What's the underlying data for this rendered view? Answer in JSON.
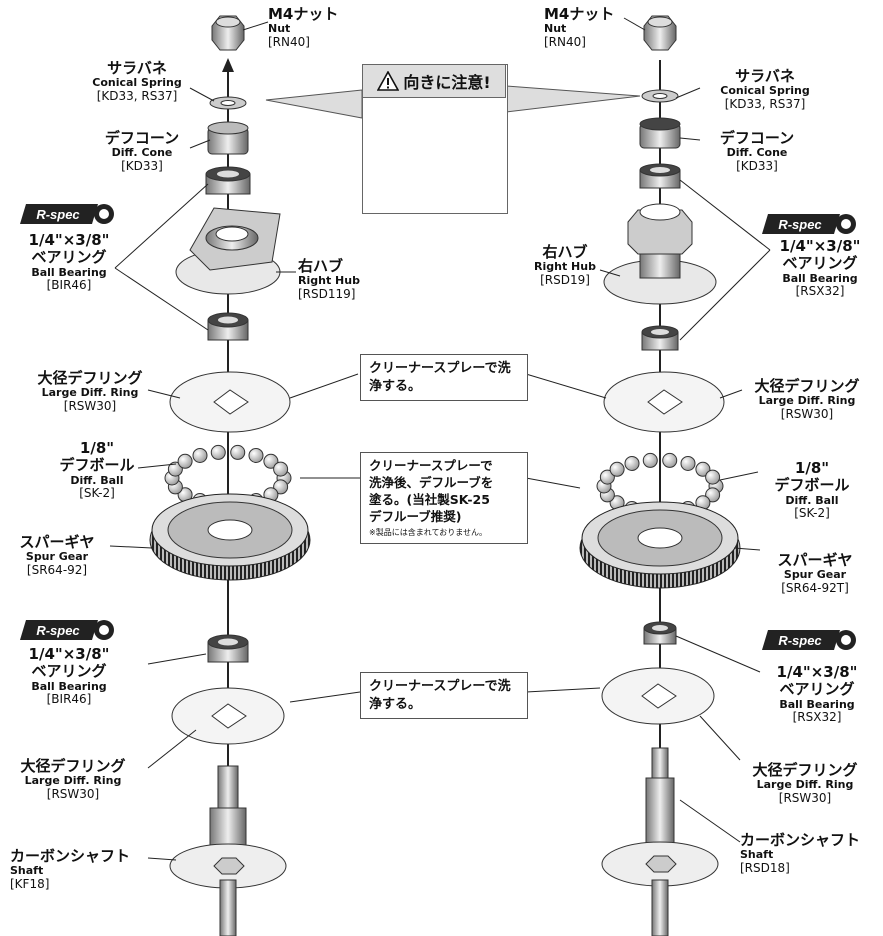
{
  "warning": {
    "title": "向きに注意!",
    "icon": "warning-triangle-icon"
  },
  "badge_text": "R-spec",
  "notes": {
    "clean1": "クリーナースプレーで洗浄する。",
    "clean_grease_l1": "クリーナースプレーで",
    "clean_grease_l2": "洗浄後、デフルーブを",
    "clean_grease_l3": "塗る。(当社製SK-25",
    "clean_grease_l4": "デフルーブ推奨)",
    "clean_grease_small": "※製品には含まれておりません。",
    "clean2": "クリーナースプレーで洗浄する。"
  },
  "left": {
    "nut": {
      "jp": "M4ナット",
      "en": "Nut",
      "code": "[RN40]"
    },
    "spring": {
      "jp": "サラバネ",
      "en": "Conical Spring",
      "code": "[KD33, RS37]"
    },
    "cone": {
      "jp": "デフコーン",
      "en": "Diff. Cone",
      "code": "[KD33]"
    },
    "bearing1": {
      "size": "1/4\"×3/8\"",
      "jp": "ベアリング",
      "en": "Ball Bearing",
      "code": "[BIR46]"
    },
    "hub": {
      "jp": "右ハブ",
      "en": "Right Hub",
      "code": "[RSD119]"
    },
    "ring1": {
      "jp": "大径デフリング",
      "en": "Large Diff. Ring",
      "code": "[RSW30]"
    },
    "ball": {
      "size": "1/8\"",
      "jp": "デフボール",
      "en": "Diff. Ball",
      "code": "[SK-2]"
    },
    "gear": {
      "jp": "スパーギヤ",
      "en": "Spur Gear",
      "code": "[SR64-92]"
    },
    "bearing2": {
      "size": "1/4\"×3/8\"",
      "jp": "ベアリング",
      "en": "Ball Bearing",
      "code": "[BIR46]"
    },
    "ring2": {
      "jp": "大径デフリング",
      "en": "Large Diff. Ring",
      "code": "[RSW30]"
    },
    "shaft": {
      "jp": "カーボンシャフト",
      "en": "Shaft",
      "code": "[KF18]"
    }
  },
  "right": {
    "nut": {
      "jp": "M4ナット",
      "en": "Nut",
      "code": "[RN40]"
    },
    "spring": {
      "jp": "サラバネ",
      "en": "Conical Spring",
      "code": "[KD33, RS37]"
    },
    "cone": {
      "jp": "デフコーン",
      "en": "Diff. Cone",
      "code": "[KD33]"
    },
    "hub": {
      "jp": "右ハブ",
      "en": "Right Hub",
      "code": "[RSD19]"
    },
    "bearing1": {
      "size": "1/4\"×3/8\"",
      "jp": "ベアリング",
      "en": "Ball Bearing",
      "code": "[RSX32]"
    },
    "ring1": {
      "jp": "大径デフリング",
      "en": "Large Diff. Ring",
      "code": "[RSW30]"
    },
    "ball": {
      "size": "1/8\"",
      "jp": "デフボール",
      "en": "Diff. Ball",
      "code": "[SK-2]"
    },
    "gear": {
      "jp": "スパーギヤ",
      "en": "Spur Gear",
      "code": "[SR64-92T]"
    },
    "bearing2": {
      "size": "1/4\"×3/8\"",
      "jp": "ベアリング",
      "en": "Ball Bearing",
      "code": "[RSX32]"
    },
    "ring2": {
      "jp": "大径デフリング",
      "en": "Large Diff. Ring",
      "code": "[RSW30]"
    },
    "shaft": {
      "jp": "カーボンシャフト",
      "en": "Shaft",
      "code": "[RSD18]"
    }
  }
}
